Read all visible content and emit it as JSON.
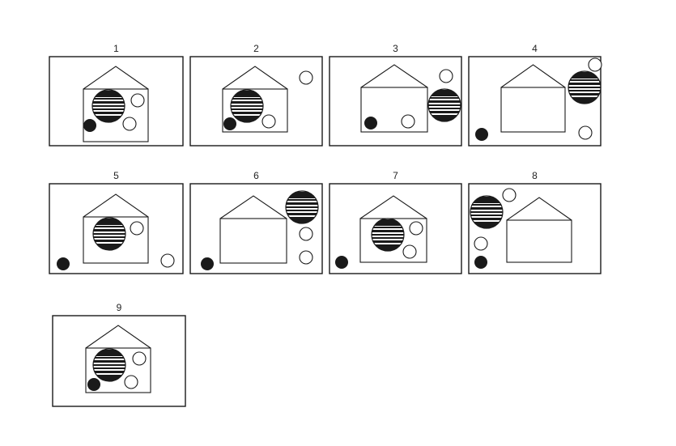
{
  "title": "",
  "colors": {
    "ink": "#1a1a1a",
    "paper": "#ffffff"
  },
  "panels": [
    {
      "label": "1"
    },
    {
      "label": "2"
    },
    {
      "label": "3"
    },
    {
      "label": "4"
    },
    {
      "label": "5"
    },
    {
      "label": "6"
    },
    {
      "label": "7"
    },
    {
      "label": "8"
    },
    {
      "label": "9"
    }
  ]
}
